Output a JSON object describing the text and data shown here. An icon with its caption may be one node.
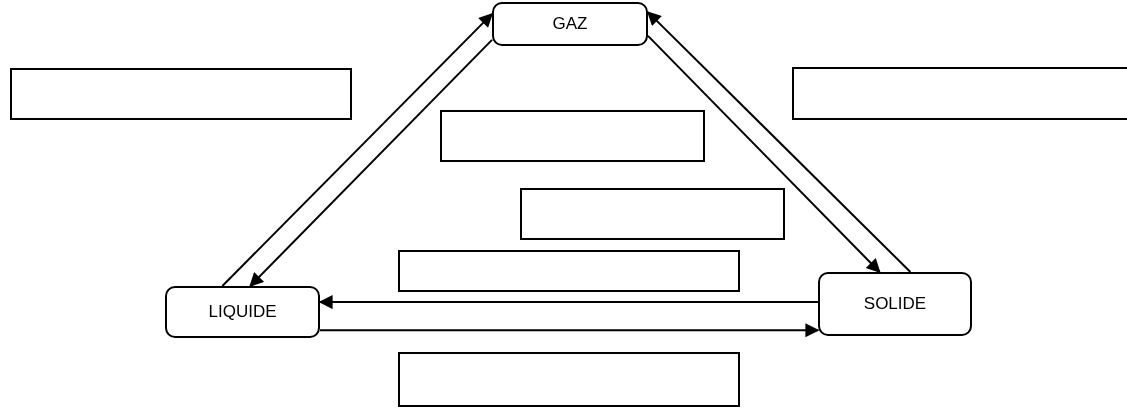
{
  "diagram": {
    "nodes": [
      {
        "text": [
          "GAZ"
        ]
      },
      {
        "text": [],
        "shape": "box"
      },
      {
        "text": [],
        "shape": "box"
      },
      {
        "text": [],
        "shape": "box"
      },
      {
        "text": [],
        "shape": "box"
      },
      {
        "text": [],
        "shape": "box"
      },
      {
        "text": [
          "LIQUIDE"
        ]
      },
      {
        "text": [
          "SOLIDE"
        ]
      },
      {
        "text": [],
        "shape": "box"
      }
    ],
    "edges": [
      {
        "from": 6,
        "to": 0,
        "arrow": "to"
      },
      {
        "from": 0,
        "to": 6,
        "arrow": "to"
      },
      {
        "from": 0,
        "to": 7,
        "arrow": "to"
      },
      {
        "from": 7,
        "to": 0,
        "arrow": "to"
      },
      {
        "from": 7,
        "to": 6,
        "arrow": "to"
      },
      {
        "from": 6,
        "to": 7,
        "arrow": "to"
      }
    ]
  }
}
